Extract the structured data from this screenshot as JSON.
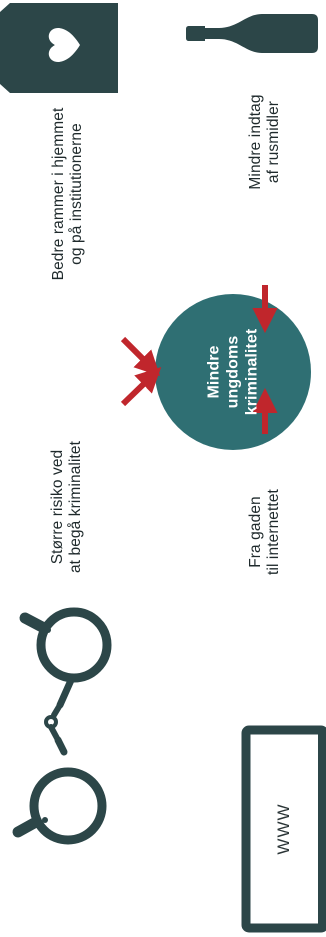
{
  "colors": {
    "teal": "#2f6f73",
    "icon_dark": "#2c4648",
    "arrow_red": "#c0262c",
    "text": "#1f2a2c"
  },
  "center": {
    "lines": [
      "Mindre",
      "ungdoms",
      "kriminalitet"
    ]
  },
  "factors": [
    {
      "id": "home",
      "icon": "house-heart-icon",
      "lines": [
        "Bedre rammer i hjemmet",
        "og på institutionerne"
      ]
    },
    {
      "id": "substances",
      "icon": "bottle-icon",
      "lines": [
        "Mindre indtag",
        "af rusmidler"
      ]
    },
    {
      "id": "risk",
      "icon": "handcuffs-icon",
      "lines": [
        "Større risiko ved",
        "at begå kriminalitet"
      ]
    },
    {
      "id": "internet",
      "icon": "computer-screen-icon",
      "lines": [
        "Fra gaden",
        "til internettet"
      ]
    }
  ],
  "screen_text": "WWW"
}
